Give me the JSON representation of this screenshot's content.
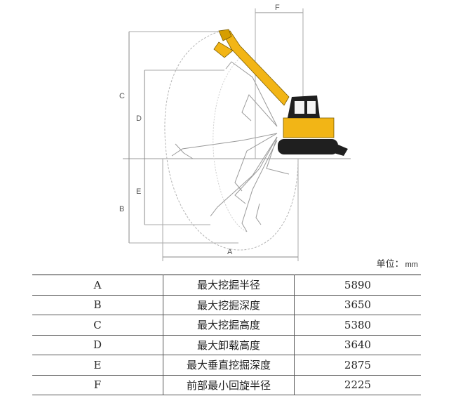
{
  "diagram": {
    "labels": {
      "a": "A",
      "b": "B",
      "c": "C",
      "d": "D",
      "e": "E",
      "f": "F"
    },
    "colors": {
      "machine_body": "#f2b516",
      "machine_dark": "#1f1f1f",
      "line": "#888888"
    }
  },
  "unit": {
    "label": "单位：",
    "suffix": "mm"
  },
  "spec_table": {
    "rows": [
      {
        "code": "A",
        "name": "最大挖掘半径",
        "value": "5890"
      },
      {
        "code": "B",
        "name": "最大挖掘深度",
        "value": "3650"
      },
      {
        "code": "C",
        "name": "最大挖掘高度",
        "value": "5380"
      },
      {
        "code": "D",
        "name": "最大卸载高度",
        "value": "3640"
      },
      {
        "code": "E",
        "name": "最大垂直挖掘深度",
        "value": "2875"
      },
      {
        "code": "F",
        "name": "前部最小回旋半径",
        "value": "2225"
      }
    ]
  }
}
